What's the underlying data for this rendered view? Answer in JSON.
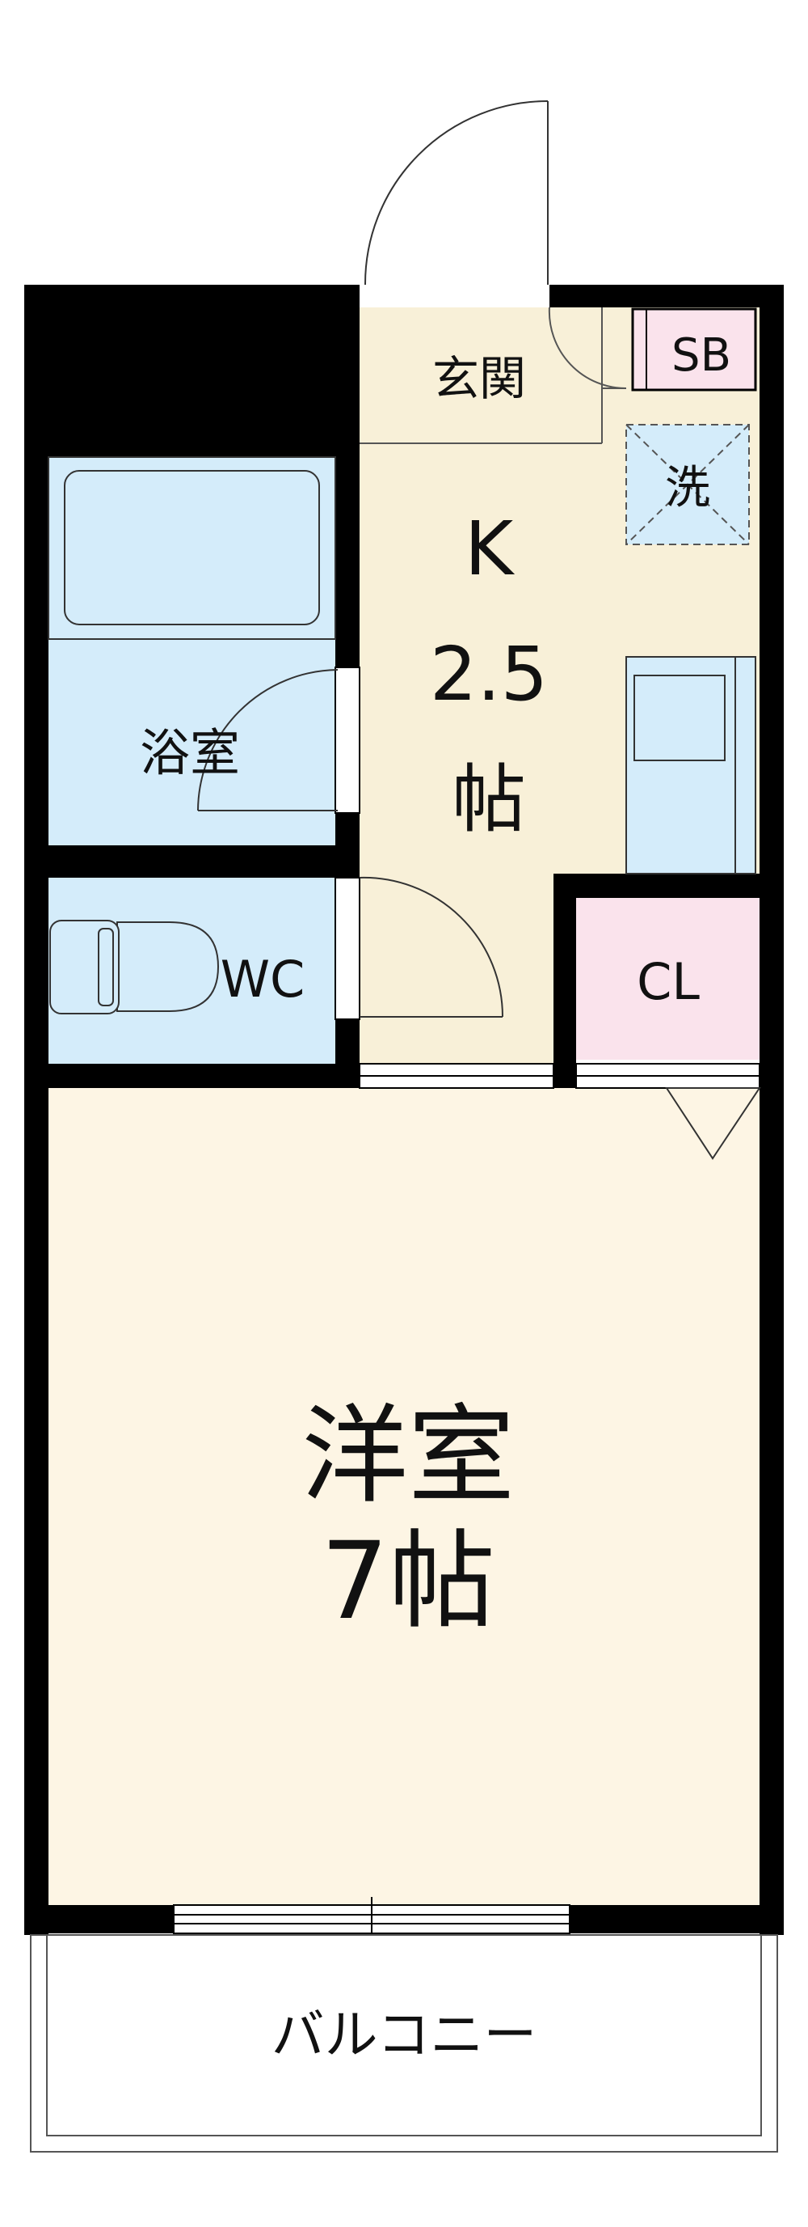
{
  "rooms": {
    "entrance": "玄関",
    "shoe_box": "SB",
    "washer": "洗",
    "kitchen_letter": "K",
    "kitchen_size": "2.5",
    "kitchen_unit": "帖",
    "bath": "浴室",
    "toilet": "WC",
    "closet": "CL",
    "western_room_name": "洋室",
    "western_room_size": "7帖",
    "balcony": "バルコニー"
  },
  "colors": {
    "wall": "#000000",
    "floor_main": "#fdf5e4",
    "floor_kitchen": "#f8f0d8",
    "wet_area": "#d4ecfa",
    "closet": "#fae3ec",
    "shoe_box": "#fae3ec",
    "washer": "#d4ecfa",
    "line": "#555555"
  }
}
